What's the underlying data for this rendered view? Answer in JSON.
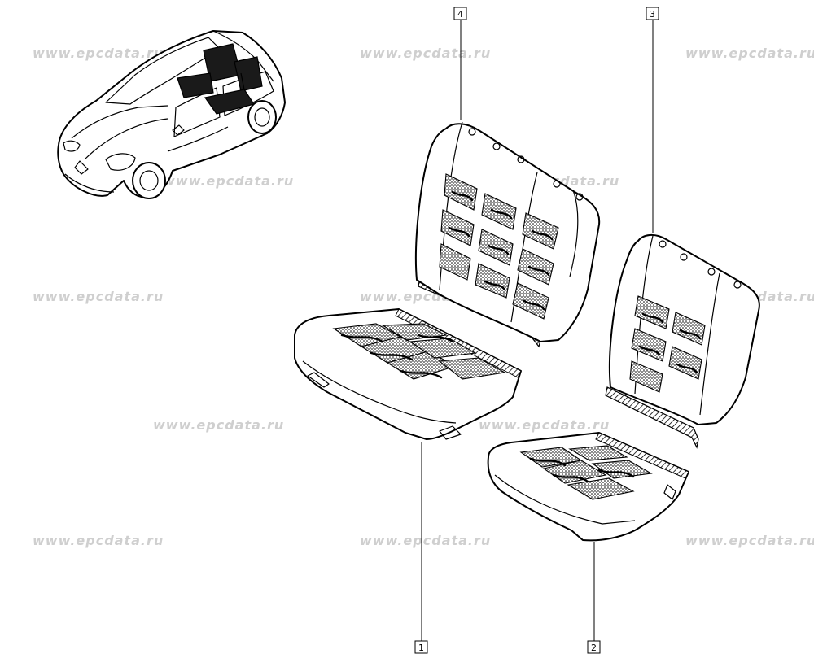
{
  "watermark": "www.epcdata.ru",
  "callouts": [
    {
      "label": "1",
      "part": "rear-seat-cushion-left"
    },
    {
      "label": "2",
      "part": "rear-seat-cushion-right"
    },
    {
      "label": "3",
      "part": "rear-seat-back-right"
    },
    {
      "label": "4",
      "part": "rear-seat-back-left"
    }
  ],
  "colors": {
    "line": "#000000",
    "watermark": "#cfcfcf",
    "highlight": "#1a1a1a"
  }
}
